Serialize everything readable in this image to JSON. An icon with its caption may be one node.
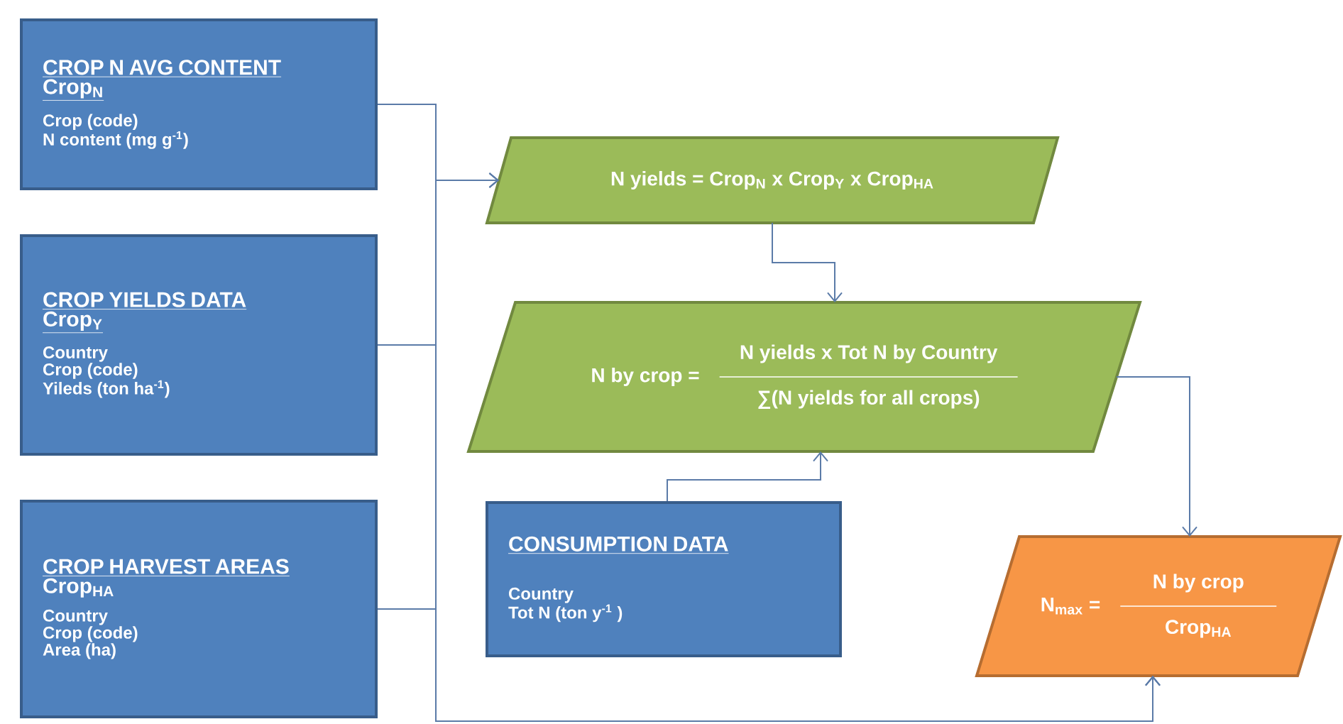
{
  "diagram": {
    "nodes": [
      {
        "text": [
          "CROP N AVG CONTENT",
          "Crop$_{N}$",
          "Crop (code)",
          "N content (mg g$^{-1}$)"
        ]
      },
      {
        "text": [
          "CROP YIELDS DATA",
          "Crop$_{Y}$",
          "Country",
          "Crop (code)",
          "Yileds (ton ha$^{-1}$)"
        ]
      },
      {
        "text": [
          "CROP HARVEST AREAS",
          "Crop$_{HA}$",
          "Country",
          "Crop (code)",
          "Area (ha)"
        ]
      },
      {
        "text": [
          "N yields = Crop$_{N}$ x Crop$_{Y}$ x Crop$_{HA}$"
        ]
      },
      {
        "text": [
          "N by crop =",
          "N yields x Tot N by Country",
          "∑(N yields for all crops)"
        ]
      },
      {
        "text": [
          "CONSUMPTION DATA",
          "Country",
          "Tot N (ton y$^{-1}$ )"
        ]
      },
      {
        "text": [
          "N$_{max}$ =",
          "N by crop",
          "Crop$_{HA}$"
        ]
      }
    ],
    "edges": [
      {
        "from": 0,
        "to": 3,
        "arrow": "to"
      },
      {
        "from": 1,
        "to": 3,
        "arrow": "to"
      },
      {
        "from": 2,
        "to": 3,
        "arrow": "to"
      },
      {
        "from": 3,
        "to": 4,
        "arrow": "to"
      },
      {
        "from": 5,
        "to": 4,
        "arrow": "to"
      },
      {
        "from": 4,
        "to": 6,
        "arrow": "to"
      },
      {
        "from": 0,
        "to": 6,
        "arrow": "to"
      },
      {
        "from": 1,
        "to": 6,
        "arrow": "to"
      },
      {
        "from": 2,
        "to": 6,
        "arrow": "to"
      }
    ]
  }
}
